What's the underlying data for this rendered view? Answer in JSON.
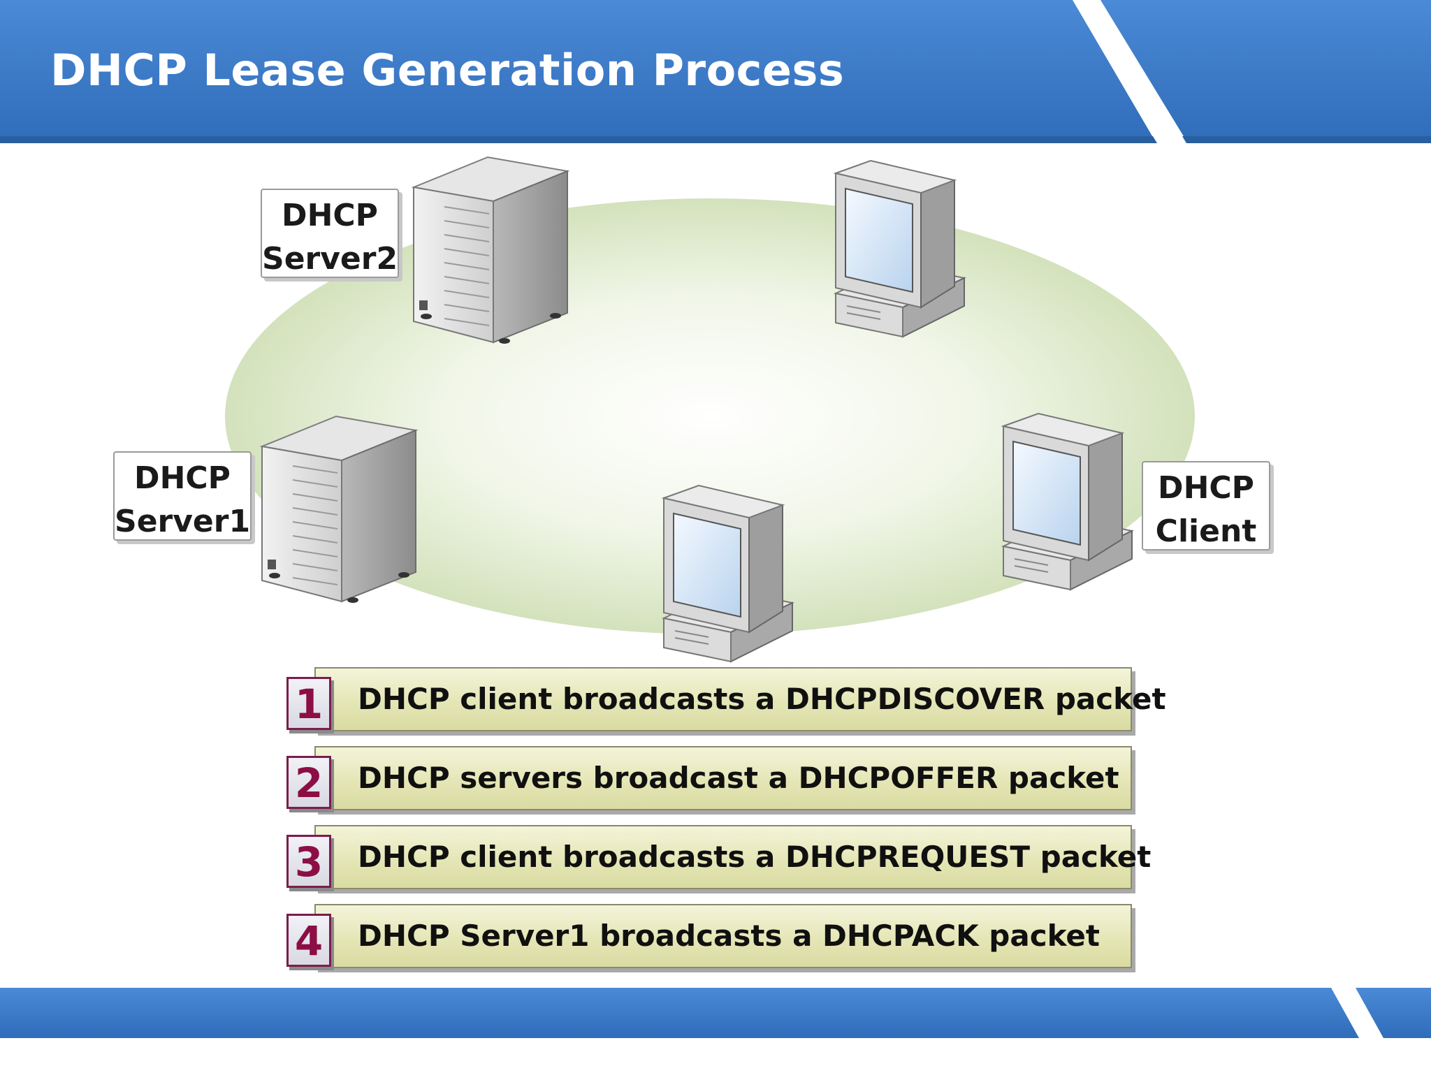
{
  "slide": {
    "title": "DHCP Lease Generation Process"
  },
  "nodes": {
    "server2": {
      "line1": "DHCP",
      "line2": "Server2"
    },
    "server1": {
      "line1": "DHCP",
      "line2": "Server1"
    },
    "client": {
      "line1": "DHCP",
      "line2": "Client"
    }
  },
  "steps": [
    {
      "num": "1",
      "text": "DHCP client broadcasts a DHCPDISCOVER packet"
    },
    {
      "num": "2",
      "text": "DHCP servers broadcast a DHCPOFFER packet"
    },
    {
      "num": "3",
      "text": "DHCP client broadcasts a DHCPREQUEST packet"
    },
    {
      "num": "4",
      "text": "DHCP Server1 broadcasts a DHCPACK packet"
    }
  ],
  "colors": {
    "banner_blue": "#3a7bc8",
    "step_number": "#8b0e45",
    "network_ellipse": "#dde9c8"
  }
}
